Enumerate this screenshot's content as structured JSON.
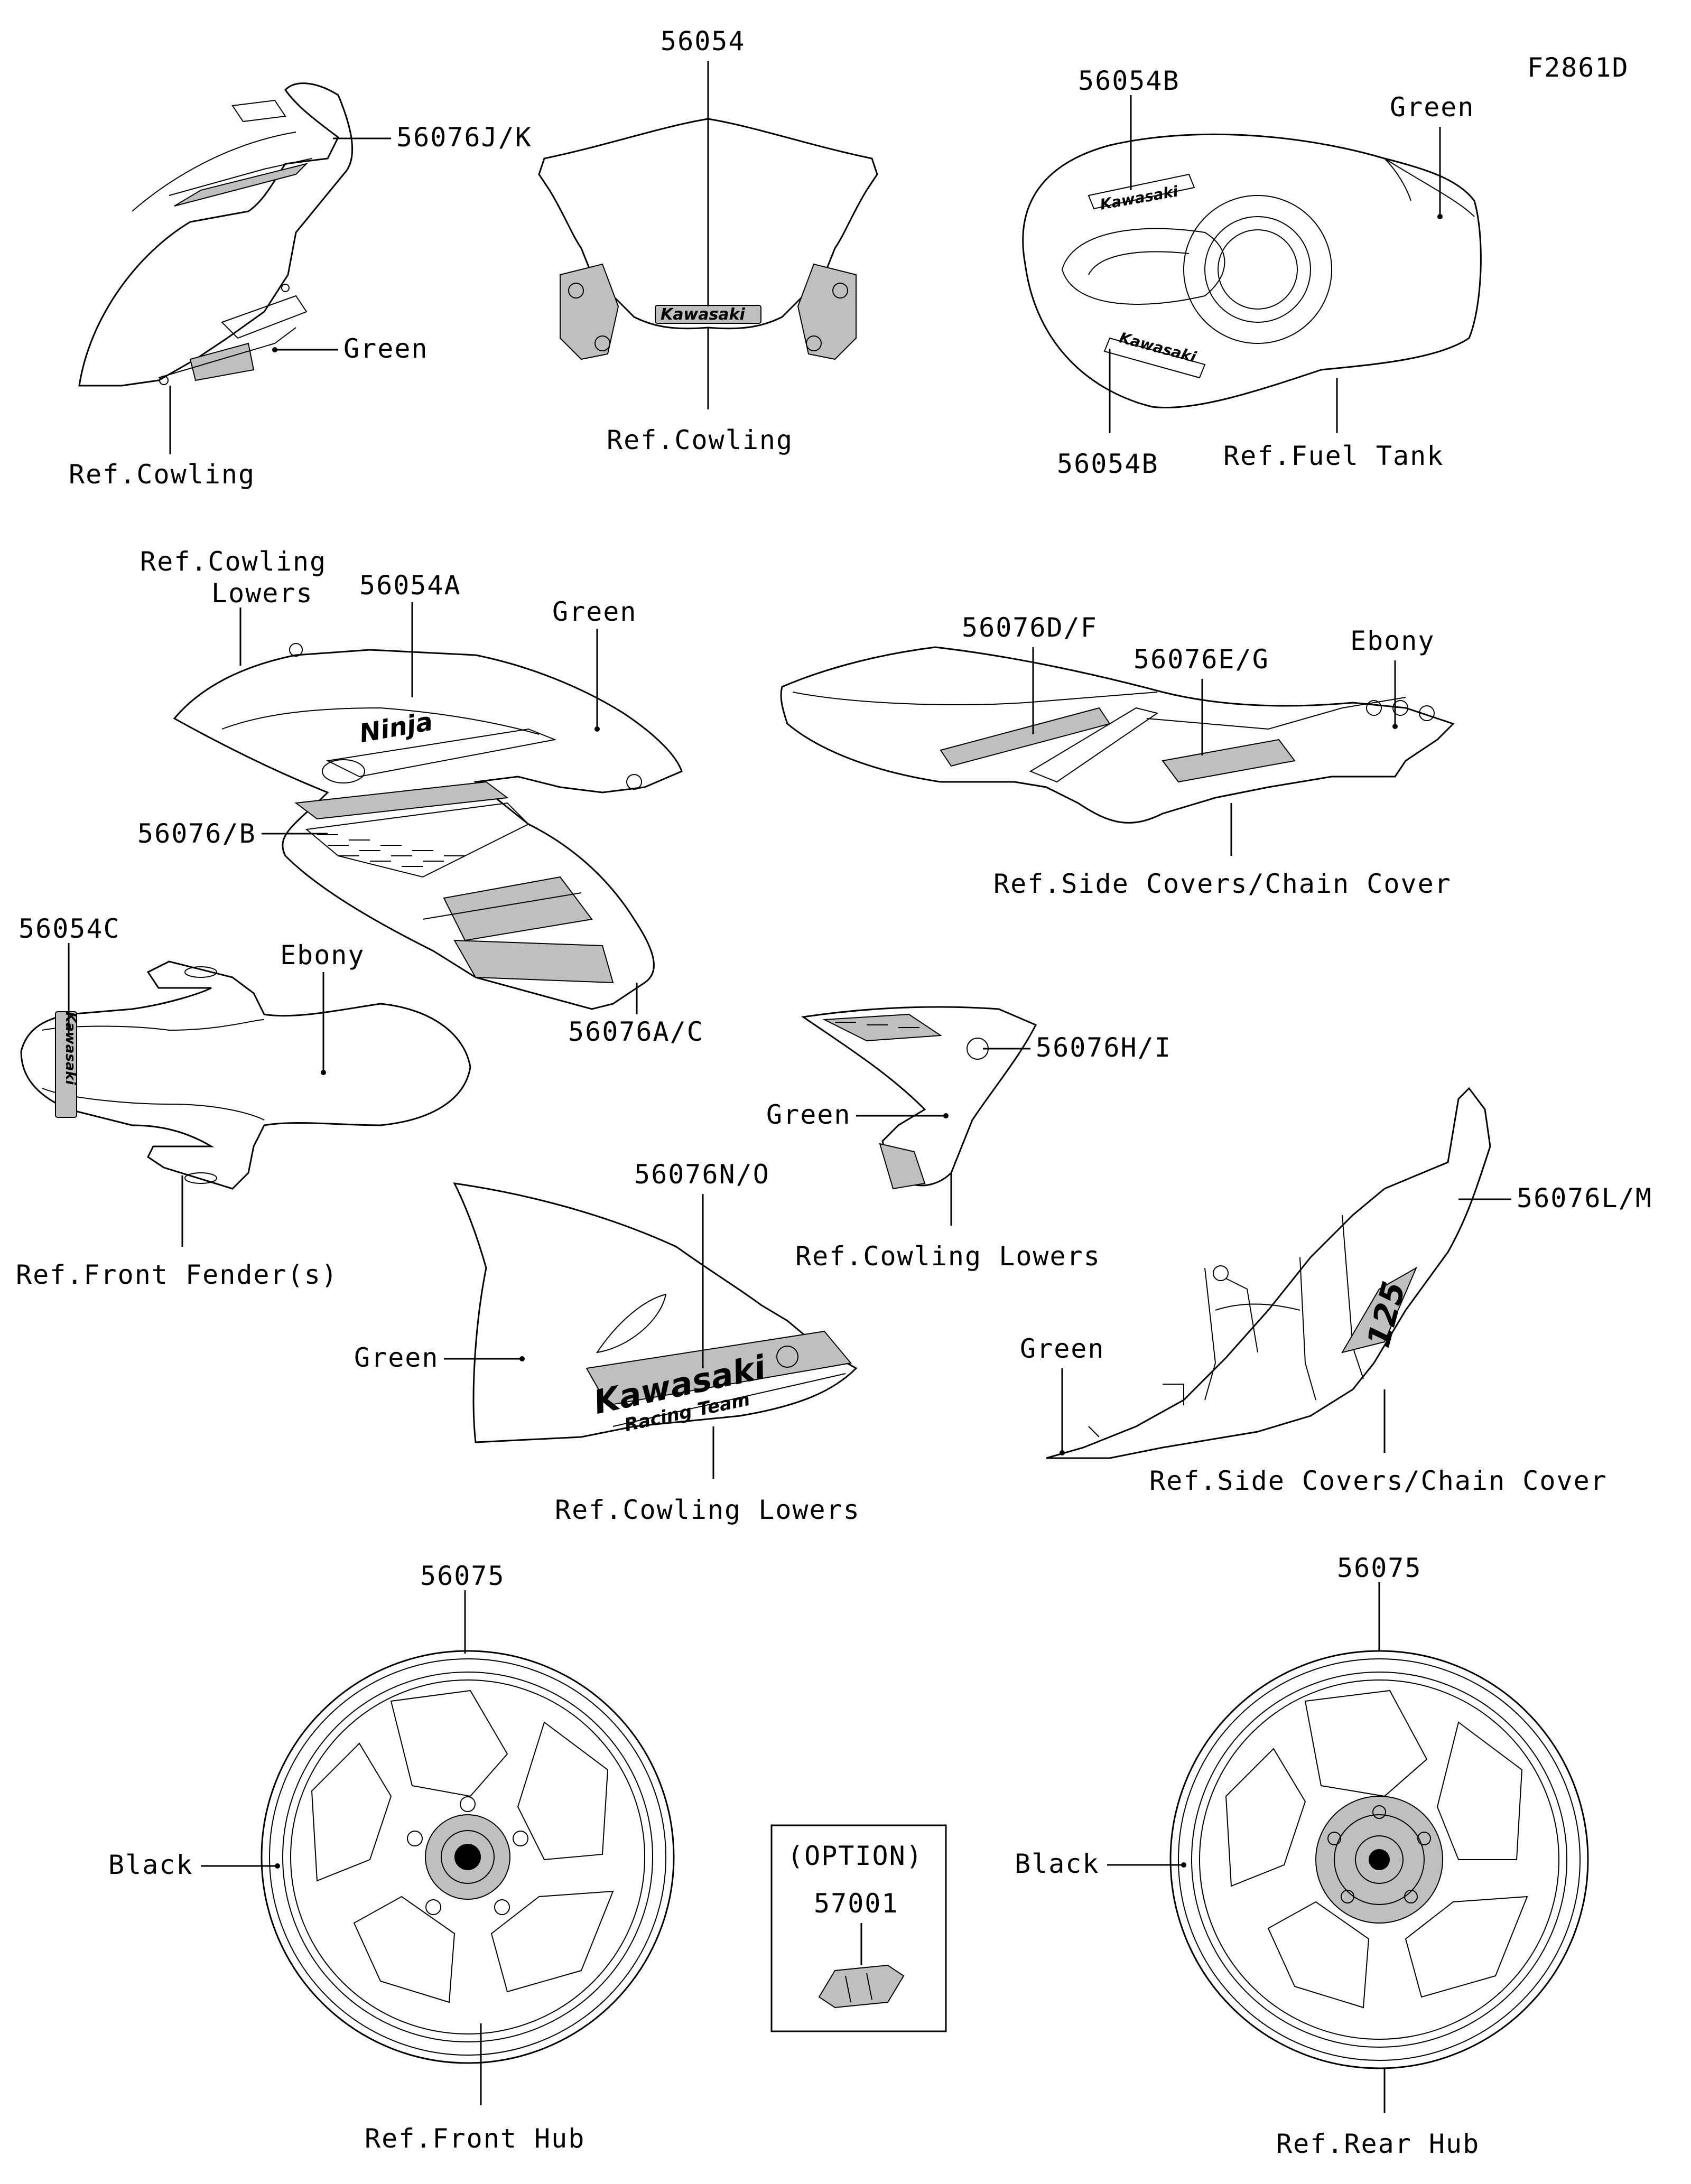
{
  "figure_code": "F2861D",
  "windscreen": {
    "part_no": "56054",
    "ref": "Ref.Cowling",
    "logo": "Kawasaki"
  },
  "upper_cowl": {
    "part_no": "56076J/K",
    "color": "Green",
    "ref": "Ref.Cowling"
  },
  "fuel_tank": {
    "part_no_top": "56054B",
    "part_no_bottom": "56054B",
    "color": "Green",
    "ref": "Ref.Fuel Tank",
    "logo": "Kawasaki"
  },
  "cowling_lowers": {
    "ref": "Ref.Cowling\nLowers",
    "ref_line1": "Ref.Cowling",
    "ref_line2": "Lowers",
    "part_no_ninja": "56054A",
    "color": "Green",
    "part_no_honeycomb": "56076/B",
    "part_no_bottom": "56076A/C",
    "logo": "Ninja"
  },
  "side_covers": {
    "part_no_1": "56076D/F",
    "part_no_2": "56076E/G",
    "color": "Ebony",
    "ref": "Ref.Side Covers/Chain Cover"
  },
  "front_fender": {
    "part_no": "56054C",
    "color": "Ebony",
    "ref": "Ref.Front Fender(s)",
    "logo": "Kawasaki"
  },
  "inner_cowl": {
    "part_no": "56076H/I",
    "color": "Green",
    "ref": "Ref.Cowling Lowers"
  },
  "belly_pan": {
    "part_no": "56076N/O",
    "color": "Green",
    "ref": "Ref.Cowling Lowers",
    "logo_line1": "Kawasaki",
    "logo_line2": "Racing Team"
  },
  "chain_cover": {
    "part_no": "56076L/M",
    "color": "Green",
    "ref": "Ref.Side Covers/Chain Cover",
    "logo": "125"
  },
  "front_wheel": {
    "part_no": "56075",
    "color": "Black",
    "ref": "Ref.Front Hub"
  },
  "rear_wheel": {
    "part_no": "56075",
    "color": "Black",
    "ref": "Ref.Rear Hub"
  },
  "option_box": {
    "title": "(OPTION)",
    "part_no": "57001"
  }
}
